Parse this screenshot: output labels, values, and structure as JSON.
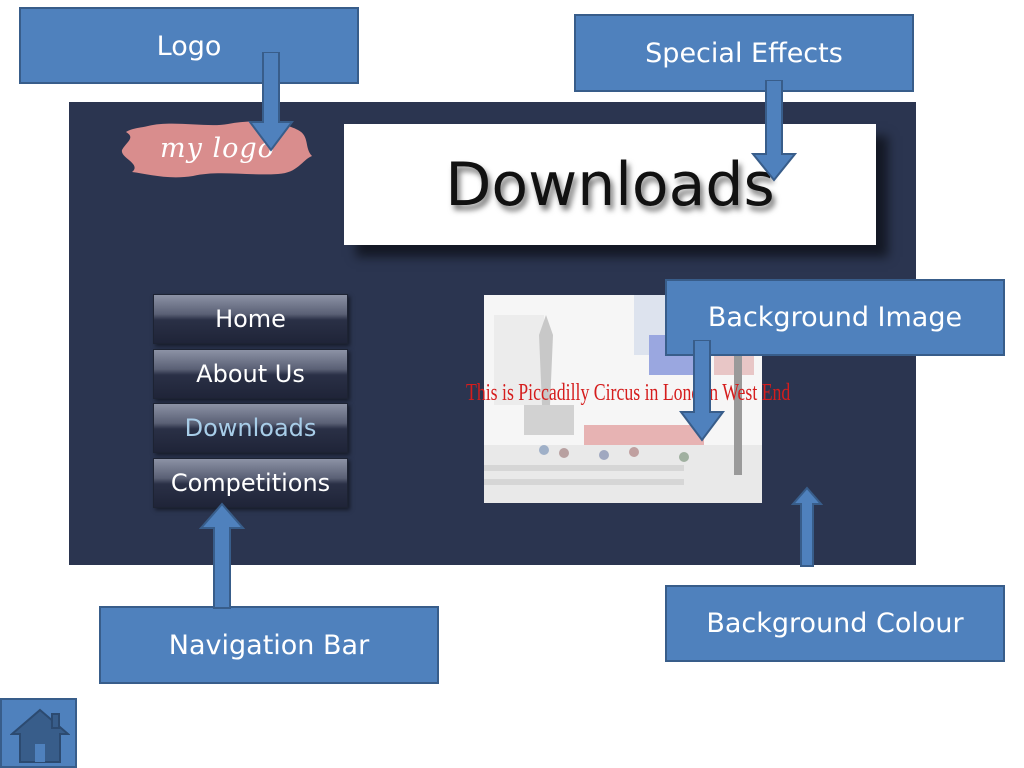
{
  "labels": {
    "logo": "Logo",
    "special_effects": "Special Effects",
    "background_image": "Background Image",
    "navigation_bar": "Navigation Bar",
    "background_colour": "Background Colour"
  },
  "mockup": {
    "logo_text": "my logo",
    "title": "Downloads",
    "nav": {
      "items": [
        {
          "label": "Home"
        },
        {
          "label": "About Us"
        },
        {
          "label": "Downloads"
        },
        {
          "label": "Competitions"
        }
      ]
    },
    "photo_caption": "This is Piccadilly Circus in London West End"
  },
  "colors": {
    "label_box": "#4f81bd",
    "page_background": "#2b3550",
    "logo_blob": "#d98d8d",
    "active_nav_text": "#a8cde8",
    "caption_text": "#d51d1d"
  },
  "icons": {
    "home": "home-icon"
  }
}
